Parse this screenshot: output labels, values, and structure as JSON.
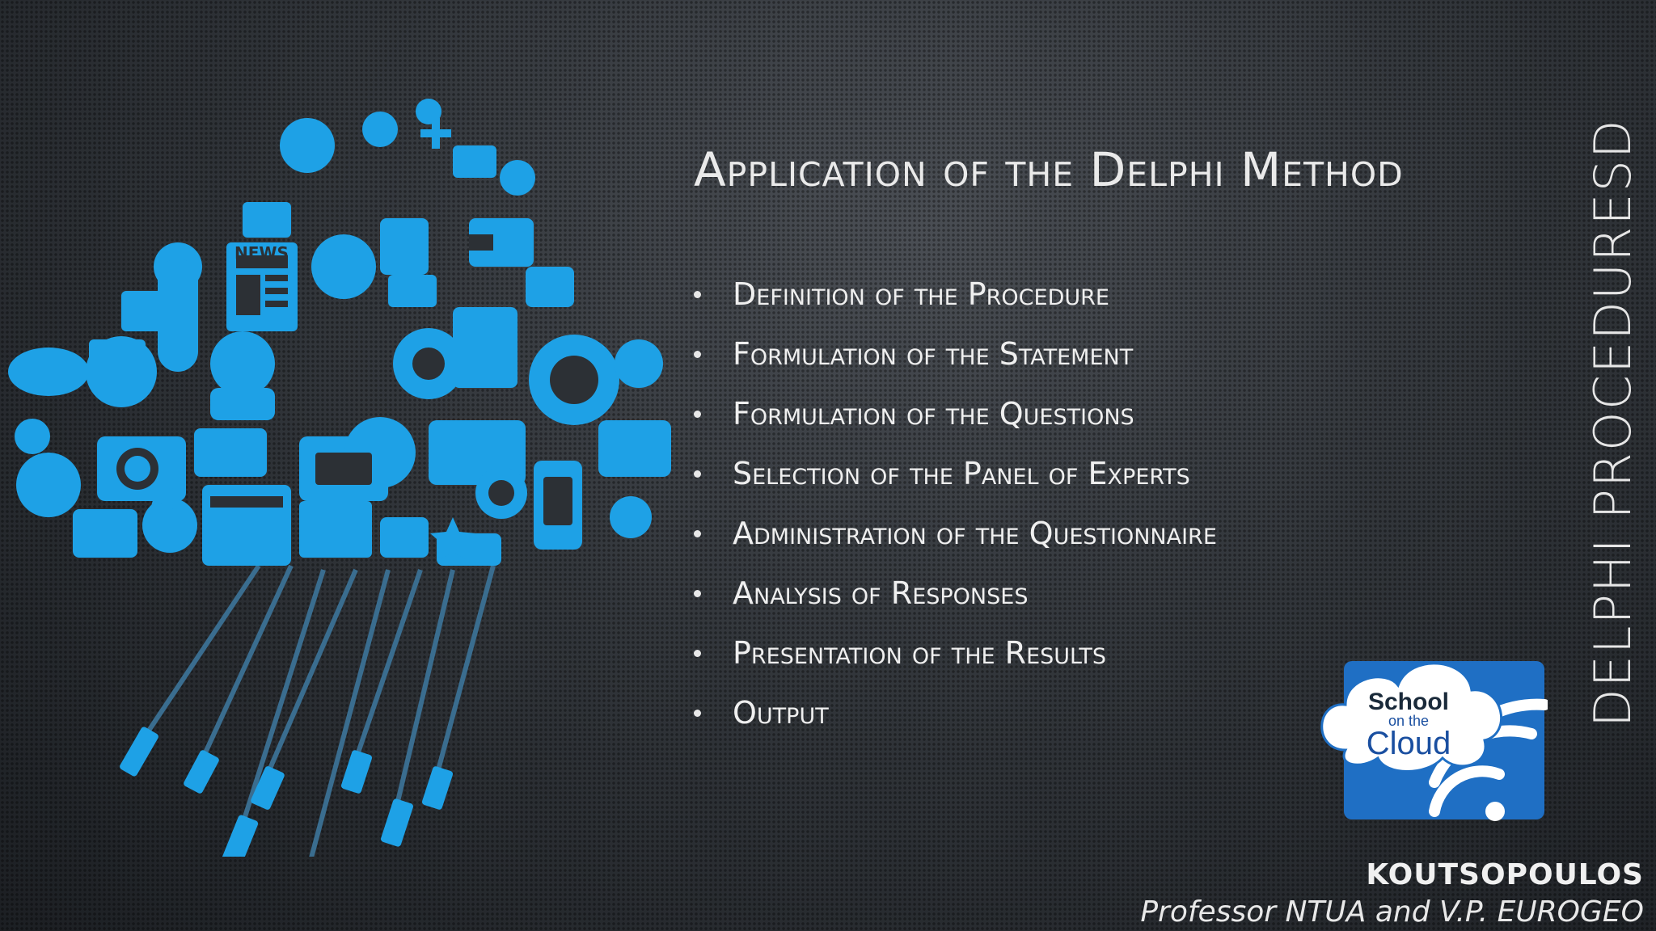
{
  "slide": {
    "title": "Application of the Delphi Method",
    "bullets": [
      "Definition of the Procedure",
      "Formulation of the Statement",
      "Formulation of the Questions",
      "Selection of the Panel of Experts",
      "Administration of the Questionnaire",
      "Analysis of Responses",
      "Presentation of the Results",
      "Output"
    ],
    "side_title": "DELPHI PROCEDURESD"
  },
  "logo": {
    "line1": "School",
    "line2": "on the",
    "line3": "Cloud",
    "colors": {
      "tile": "#1f6fc4",
      "text": "#1a4fa0"
    }
  },
  "author": {
    "name": "KOUTSOPOULOS",
    "role": "Professor NTUA and V.P. EUROGEO"
  },
  "art": {
    "news_label": "NEWS",
    "icon_color": "#1ea1e6",
    "cable_color": "#3a6d8f"
  }
}
